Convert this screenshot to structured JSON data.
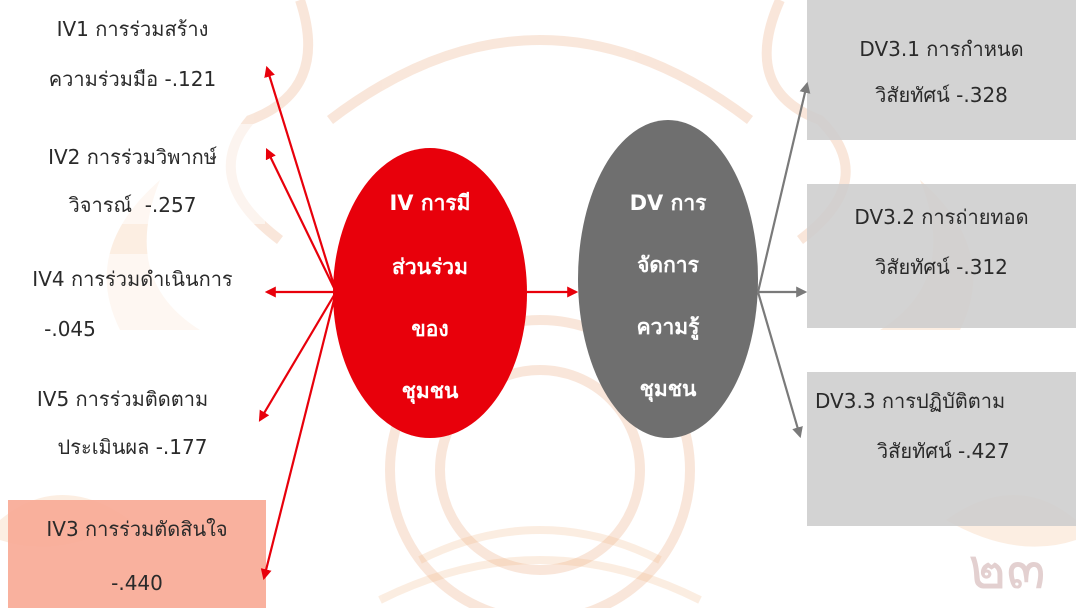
{
  "colors": {
    "independent_ellipse": "#e8000b",
    "dependent_ellipse": "#6f6f6f",
    "red_arrow": "#e8000b",
    "grey_arrow": "#7a7a7a",
    "dv_box": "#cdcdcd",
    "iv3_box": "#f8aa96",
    "watermark": "#f1b27a"
  },
  "independent": {
    "lines": [
      "IV การมี",
      "ส่วนร่วม",
      "ของ",
      "ชุมชน"
    ]
  },
  "dependent": {
    "lines": [
      "DV การ",
      "จัดการ",
      "ความรู้",
      "ชุมชน"
    ]
  },
  "iv_items": [
    {
      "line1": "IV1 การร่วมสร้าง",
      "line2": "ความร่วมมือ -.121"
    },
    {
      "line1": "IV2 การร่วมวิพากษ์",
      "line2": "วิจารณ์  -.257"
    },
    {
      "line1": "IV4 การร่วมดำเนินการ",
      "line2": "-.045"
    },
    {
      "line1": "IV5 การร่วมติดตาม",
      "line2": "ประเมินผล -.177"
    },
    {
      "line1": "IV3 การร่วมตัดสินใจ",
      "line2": "-.440"
    }
  ],
  "dv_items": [
    {
      "line1": "DV3.1 การกำหนด",
      "line2": "วิสัยทัศน์ -.328"
    },
    {
      "line1": "DV3.2 การถ่ายทอด",
      "line2": "วิสัยทัศน์ -.312"
    },
    {
      "line1": "DV3.3 การปฏิบัติตาม",
      "line2": "           วิสัยทัศน์ -.427"
    }
  ],
  "watermark_text": "๒๓"
}
